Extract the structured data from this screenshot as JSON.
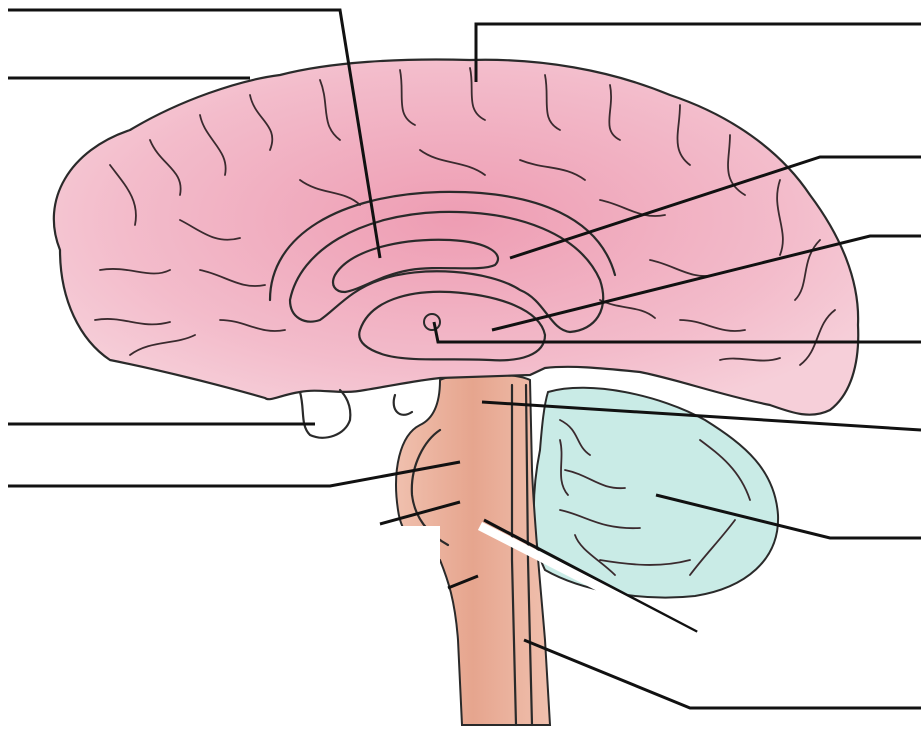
{
  "diagram": {
    "subject": "",
    "colors": {
      "cerebrum": "#f2b8c6",
      "cerebrum_dark": "#e88ea6",
      "brainstem": "#e8a890",
      "cerebellum": "#c9ebe6",
      "outline": "#2a2a2a",
      "leader_line": "#111111",
      "background": "#ffffff"
    },
    "labels": [
      {
        "id": "label-1",
        "text": ""
      },
      {
        "id": "label-2",
        "text": ""
      },
      {
        "id": "label-3",
        "text": ""
      },
      {
        "id": "label-4",
        "text": ""
      },
      {
        "id": "label-5",
        "text": ""
      },
      {
        "id": "label-6",
        "text": ""
      },
      {
        "id": "label-7",
        "text": ""
      },
      {
        "id": "label-8",
        "text": ""
      },
      {
        "id": "label-9",
        "text": ""
      },
      {
        "id": "label-10",
        "text": ""
      },
      {
        "id": "label-11",
        "text": ""
      },
      {
        "id": "label-12",
        "text": ""
      },
      {
        "id": "label-13",
        "text": ""
      },
      {
        "id": "label-14",
        "text": ""
      }
    ]
  }
}
